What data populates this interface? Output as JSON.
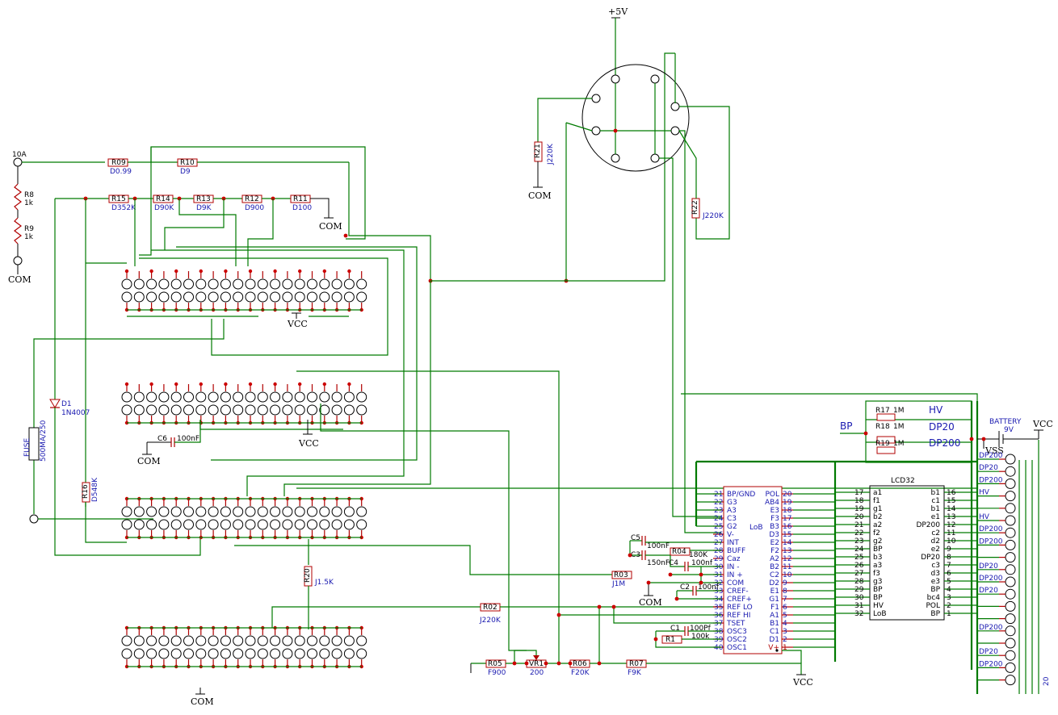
{
  "power": {
    "plus5v": "+5V",
    "vcc": "VCC",
    "com": "COM",
    "vss": "VSS"
  },
  "input": {
    "ten_a": "10A",
    "fuse": "FUSE",
    "fuse_rating": "500MA/250",
    "diode": "D1",
    "diode_value": "1N4007"
  },
  "resistors": {
    "r8": {
      "ref": "R8",
      "value": "1k"
    },
    "r9": {
      "ref": "R9",
      "value": "1k"
    },
    "r09": {
      "ref": "R09",
      "value": "D0.99"
    },
    "r10": {
      "ref": "R10",
      "value": "D9"
    },
    "r15": {
      "ref": "R15",
      "value": "D352K"
    },
    "r14": {
      "ref": "R14",
      "value": "D90K"
    },
    "r13": {
      "ref": "R13",
      "value": "D9K"
    },
    "r12": {
      "ref": "R12",
      "value": "D900"
    },
    "r11": {
      "ref": "R11",
      "value": "D100"
    },
    "r16": {
      "ref": "R16",
      "value": "D548K"
    },
    "r20": {
      "ref": "R20",
      "value": "J1.5K"
    },
    "r02": {
      "ref": "R02",
      "value": "J220K"
    },
    "r03": {
      "ref": "R03",
      "value": "J1M"
    },
    "r21": {
      "ref": "R21",
      "value": "J220K"
    },
    "r22": {
      "ref": "R22",
      "value": "J220K"
    },
    "r05": {
      "ref": "R05",
      "value": "F900"
    },
    "vr1": {
      "ref": "VR1",
      "value": "200"
    },
    "r06": {
      "ref": "R06",
      "value": "F20K"
    },
    "r07": {
      "ref": "R07",
      "value": "F9K"
    },
    "r04": {
      "ref": "R04",
      "value": "180K"
    },
    "r1": {
      "ref": "R1",
      "value": "100k"
    },
    "r17": {
      "ref": "R17",
      "value": "1M"
    },
    "r18": {
      "ref": "R18",
      "value": "1M"
    },
    "r19": {
      "ref": "R19",
      "value": "1M"
    }
  },
  "capacitors": {
    "c6": {
      "ref": "C6",
      "value": "100nF"
    },
    "c5": {
      "ref": "C5",
      "value": "100nF"
    },
    "c3": {
      "ref": "C3",
      "value": "150nF"
    },
    "c4": {
      "ref": "C4",
      "value": "100nf"
    },
    "c2": {
      "ref": "C2",
      "value": "100nf"
    },
    "c1": {
      "ref": "C1",
      "value": "100Pf"
    }
  },
  "battery": {
    "label": "BATTERY",
    "voltage": "9V"
  },
  "annunciators": {
    "hv": "HV",
    "bp": "BP",
    "dp20": "DP20",
    "dp200": "DP200",
    "lob": "LoB"
  },
  "icl": {
    "left_pins": [
      {
        "num": "21",
        "name": "BP/GND"
      },
      {
        "num": "22",
        "name": "G3"
      },
      {
        "num": "23",
        "name": "A3"
      },
      {
        "num": "24",
        "name": "C3"
      },
      {
        "num": "25",
        "name": "G2"
      },
      {
        "num": "26",
        "name": "V-"
      },
      {
        "num": "27",
        "name": "INT"
      },
      {
        "num": "28",
        "name": "BUFF"
      },
      {
        "num": "29",
        "name": "Caz"
      },
      {
        "num": "30",
        "name": "IN -"
      },
      {
        "num": "31",
        "name": "IN +"
      },
      {
        "num": "32",
        "name": "COM"
      },
      {
        "num": "33",
        "name": "CREF-"
      },
      {
        "num": "34",
        "name": "CREF+"
      },
      {
        "num": "35",
        "name": "REF LO"
      },
      {
        "num": "36",
        "name": "REF HI"
      },
      {
        "num": "37",
        "name": "TSET"
      },
      {
        "num": "38",
        "name": "OSC3"
      },
      {
        "num": "39",
        "name": "OSC2"
      },
      {
        "num": "40",
        "name": "OSC1"
      }
    ],
    "right_pins": [
      {
        "num": "20",
        "name": "POL"
      },
      {
        "num": "19",
        "name": "AB4"
      },
      {
        "num": "18",
        "name": "E3"
      },
      {
        "num": "17",
        "name": "F3"
      },
      {
        "num": "16",
        "name": "B3"
      },
      {
        "num": "15",
        "name": "D3"
      },
      {
        "num": "14",
        "name": "E2"
      },
      {
        "num": "13",
        "name": "F2"
      },
      {
        "num": "12",
        "name": "A2"
      },
      {
        "num": "11",
        "name": "B2"
      },
      {
        "num": "10",
        "name": "C2"
      },
      {
        "num": "9",
        "name": "D2"
      },
      {
        "num": "8",
        "name": "E1"
      },
      {
        "num": "7",
        "name": "G1"
      },
      {
        "num": "6",
        "name": "F1"
      },
      {
        "num": "5",
        "name": "A1"
      },
      {
        "num": "4",
        "name": "B1"
      },
      {
        "num": "3",
        "name": "C1"
      },
      {
        "num": "2",
        "name": "D1"
      },
      {
        "num": "1",
        "name": "V+"
      }
    ]
  },
  "lcd": {
    "title": "LCD32",
    "left_pins": [
      {
        "num": "17",
        "name": "a1"
      },
      {
        "num": "18",
        "name": "f1"
      },
      {
        "num": "19",
        "name": "g1"
      },
      {
        "num": "20",
        "name": "b2"
      },
      {
        "num": "21",
        "name": "a2"
      },
      {
        "num": "22",
        "name": "f2"
      },
      {
        "num": "23",
        "name": "g2"
      },
      {
        "num": "24",
        "name": "BP"
      },
      {
        "num": "25",
        "name": "b3"
      },
      {
        "num": "26",
        "name": "a3"
      },
      {
        "num": "27",
        "name": "f3"
      },
      {
        "num": "28",
        "name": "g3"
      },
      {
        "num": "29",
        "name": "BP"
      },
      {
        "num": "30",
        "name": "BP"
      },
      {
        "num": "31",
        "name": "HV"
      },
      {
        "num": "32",
        "name": "LoB"
      }
    ],
    "right_pins": [
      {
        "num": "16",
        "name": "b1"
      },
      {
        "num": "15",
        "name": "c1"
      },
      {
        "num": "14",
        "name": "b1"
      },
      {
        "num": "13",
        "name": "e1"
      },
      {
        "num": "12",
        "name": "DP200"
      },
      {
        "num": "11",
        "name": "c2"
      },
      {
        "num": "10",
        "name": "d2"
      },
      {
        "num": "9",
        "name": "e2"
      },
      {
        "num": "8",
        "name": "DP20"
      },
      {
        "num": "7",
        "name": "c3"
      },
      {
        "num": "6",
        "name": "d3"
      },
      {
        "num": "5",
        "name": "e3"
      },
      {
        "num": "4",
        "name": "BP"
      },
      {
        "num": "3",
        "name": "bc4"
      },
      {
        "num": "2",
        "name": "POL"
      },
      {
        "num": "1",
        "name": "BP"
      }
    ]
  },
  "right_connector": {
    "labels": [
      "DP200",
      "DP20",
      "DP200",
      "HV",
      "",
      "HV",
      "DP200",
      "DP200",
      "",
      "DP20",
      "DP200",
      "DP20",
      "",
      "",
      "DP200",
      "",
      "DP20",
      "DP200",
      ""
    ],
    "edge_label": "20"
  }
}
